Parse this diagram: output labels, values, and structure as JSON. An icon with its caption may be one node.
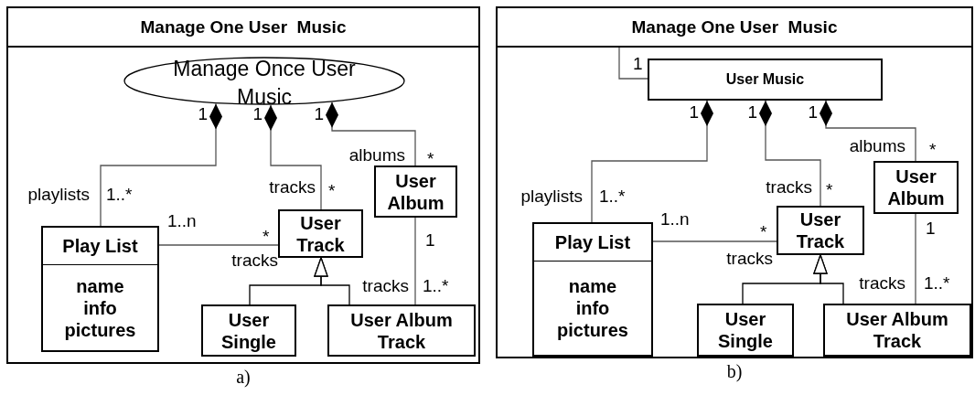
{
  "diagram": {
    "nodes": [
      {
        "text": [
          "Manage One User  Music"
        ],
        "beside": [
          "a)"
        ]
      },
      {
        "text": [
          "Manage Once User Music"
        ],
        "in": 0
      },
      {
        "text": [
          "Play List",
          "name info pictures"
        ],
        "in": 0
      },
      {
        "text": [
          "User Track"
        ],
        "in": 0
      },
      {
        "text": [
          "User Album"
        ],
        "in": 0
      },
      {
        "text": [
          "User Single"
        ],
        "in": 0
      },
      {
        "text": [
          "User Album Track"
        ],
        "in": 0
      },
      {
        "text": [
          "Manage One User  Music"
        ],
        "beside": [
          "b)"
        ]
      },
      {
        "text": [
          "User Music"
        ],
        "in": 7
      },
      {
        "text": [
          "Play List",
          "name info pictures"
        ],
        "in": 7
      },
      {
        "text": [
          "User Track"
        ],
        "in": 7
      },
      {
        "text": [
          "User Album"
        ],
        "in": 7
      },
      {
        "text": [
          "User Single"
        ],
        "in": 7
      },
      {
        "text": [
          "User Album Track"
        ],
        "in": 7
      }
    ],
    "edges": [
      {
        "from": 2,
        "to": 1,
        "arrow": "other"
      },
      {
        "from": 3,
        "to": 1,
        "arrow": "other"
      },
      {
        "from": 4,
        "to": 1,
        "arrow": "other"
      },
      {
        "from": 2,
        "to": 3,
        "arrow": "none"
      },
      {
        "from": 5,
        "to": 3,
        "arrow": "to"
      },
      {
        "from": 6,
        "to": 3,
        "arrow": "to"
      },
      {
        "from": 4,
        "to": 6,
        "arrow": "none"
      },
      {
        "from": null,
        "to": 8,
        "arrow": "none"
      },
      {
        "from": 9,
        "to": 8,
        "arrow": "other"
      },
      {
        "from": 10,
        "to": 8,
        "arrow": "other"
      },
      {
        "from": 11,
        "to": 8,
        "arrow": "other"
      },
      {
        "from": 9,
        "to": 10,
        "arrow": "none"
      },
      {
        "from": 12,
        "to": 10,
        "arrow": "to"
      },
      {
        "from": 13,
        "to": 10,
        "arrow": "to"
      },
      {
        "from": 11,
        "to": 13,
        "arrow": "none"
      }
    ],
    "labels": [
      "1",
      "1",
      "1",
      "albums",
      "*",
      "tracks",
      "*",
      "playlists",
      "1..*",
      "1..n",
      "*",
      "1",
      "tracks",
      "tracks",
      "1..*",
      "1",
      "1",
      "1",
      "1",
      "albums",
      "*",
      "tracks",
      "*",
      "playlists",
      "1..*",
      "1..n",
      "*",
      "1",
      "tracks",
      "tracks",
      "1..*"
    ]
  }
}
